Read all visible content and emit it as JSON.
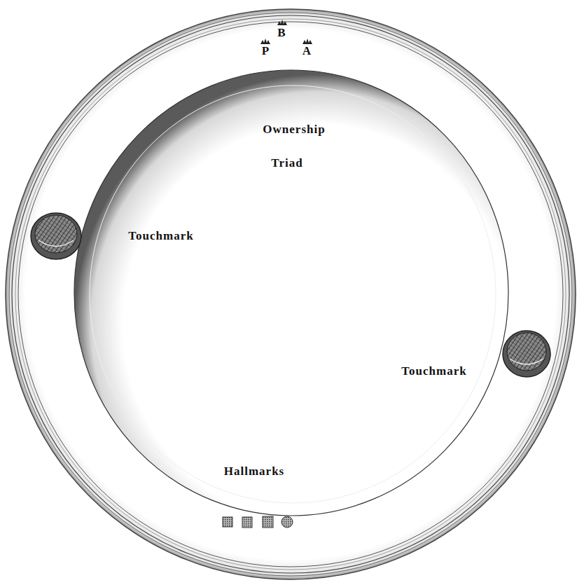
{
  "diagram": {
    "labels": [
      "B",
      "P",
      "A",
      "Ownership",
      "Triad",
      "Touchmark",
      "Touchmark",
      "Hallmarks"
    ]
  }
}
